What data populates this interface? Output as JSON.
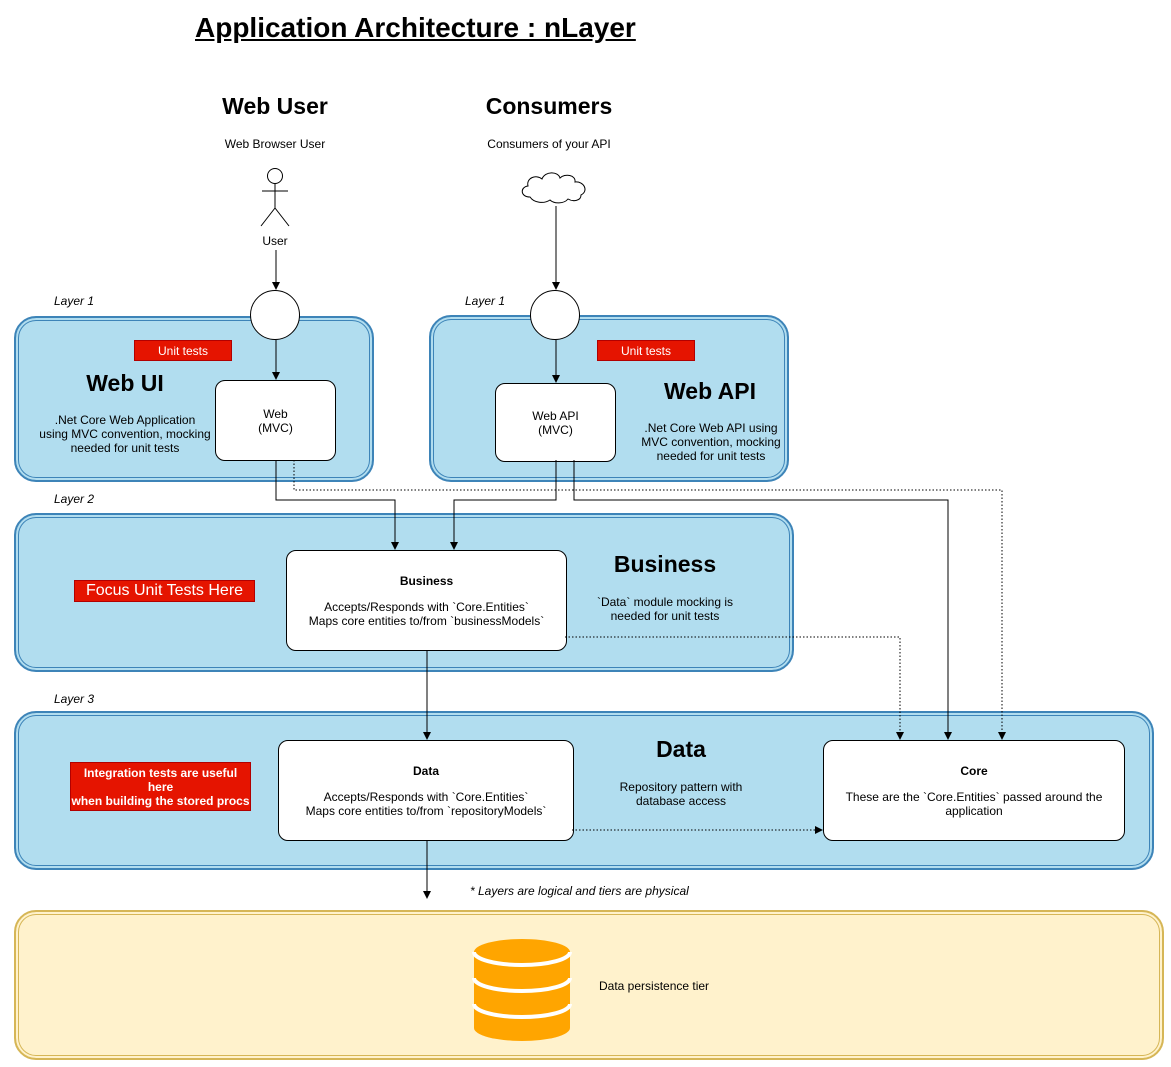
{
  "title": "Application Architecture : nLayer",
  "actors": {
    "web_user": {
      "heading": "Web User",
      "subtitle": "Web Browser User",
      "label": "User"
    },
    "consumers": {
      "heading": "Consumers",
      "subtitle": "Consumers of your API"
    }
  },
  "layer_labels": {
    "layer1_left": "Layer 1",
    "layer1_right": "Layer 1",
    "layer2": "Layer 2",
    "layer3": "Layer 3"
  },
  "web_ui": {
    "title": "Web UI",
    "tag": "Unit tests",
    "desc_line1": ".Net Core Web Application",
    "desc_line2": "using MVC convention, mocking",
    "desc_line3": "needed for unit tests",
    "node_line1": "Web",
    "node_line2": "(MVC)"
  },
  "web_api": {
    "title": "Web API",
    "tag": "Unit tests",
    "desc_line1": ".Net Core Web API using",
    "desc_line2": "MVC convention, mocking",
    "desc_line3": "needed for unit tests",
    "node_line1": "Web API",
    "node_line2": "(MVC)"
  },
  "business": {
    "title": "Business",
    "tag": "Focus Unit Tests Here",
    "desc_line1": "`Data` module mocking is",
    "desc_line2": "needed for unit tests",
    "node_heading": "Business",
    "node_line1": "Accepts/Responds with `Core.Entities`",
    "node_line2": "Maps core entities to/from `businessModels`"
  },
  "data": {
    "title": "Data",
    "tag_line1": "Integration tests are useful here",
    "tag_line2": "when building the stored procs",
    "desc_line1": "Repository pattern with",
    "desc_line2": "database access",
    "node_heading": "Data",
    "node_line1": "Accepts/Responds with `Core.Entities`",
    "node_line2": "Maps core entities to/from `repositoryModels`"
  },
  "core": {
    "heading": "Core",
    "line1": "These are the `Core.Entities` passed around the",
    "line2": "application"
  },
  "footnote": "* Layers are logical and tiers are physical",
  "persistence": {
    "label": "Data persistence tier",
    "icon": "database-icon"
  },
  "colors": {
    "layer_fill": "#b1ddef",
    "layer_stroke": "#3d84b8",
    "persist_fill": "#fff2cc",
    "persist_stroke": "#d6b656",
    "tag_red": "#e51400",
    "database": "#ffa500"
  }
}
